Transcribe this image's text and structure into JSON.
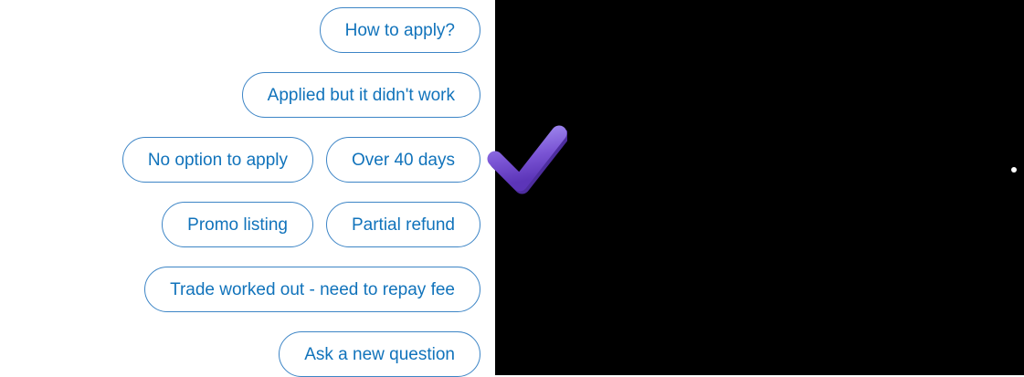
{
  "colors": {
    "pill_text": "#1173bb",
    "pill_border": "#3d85c6",
    "left_panel_bg": "#ffffff",
    "right_panel_bg": "#000000",
    "check_purple_light": "#a18bf0",
    "check_purple_dark": "#5c35b8",
    "dot_color": "#ffffff"
  },
  "quick_replies": [
    "How to apply?",
    "Applied but it didn't work",
    "No option to apply",
    "Over 40 days",
    "Promo listing",
    "Partial refund",
    "Trade worked out - need to repay fee",
    "Ask a new question"
  ],
  "icons": {
    "check_mark": "✔"
  }
}
